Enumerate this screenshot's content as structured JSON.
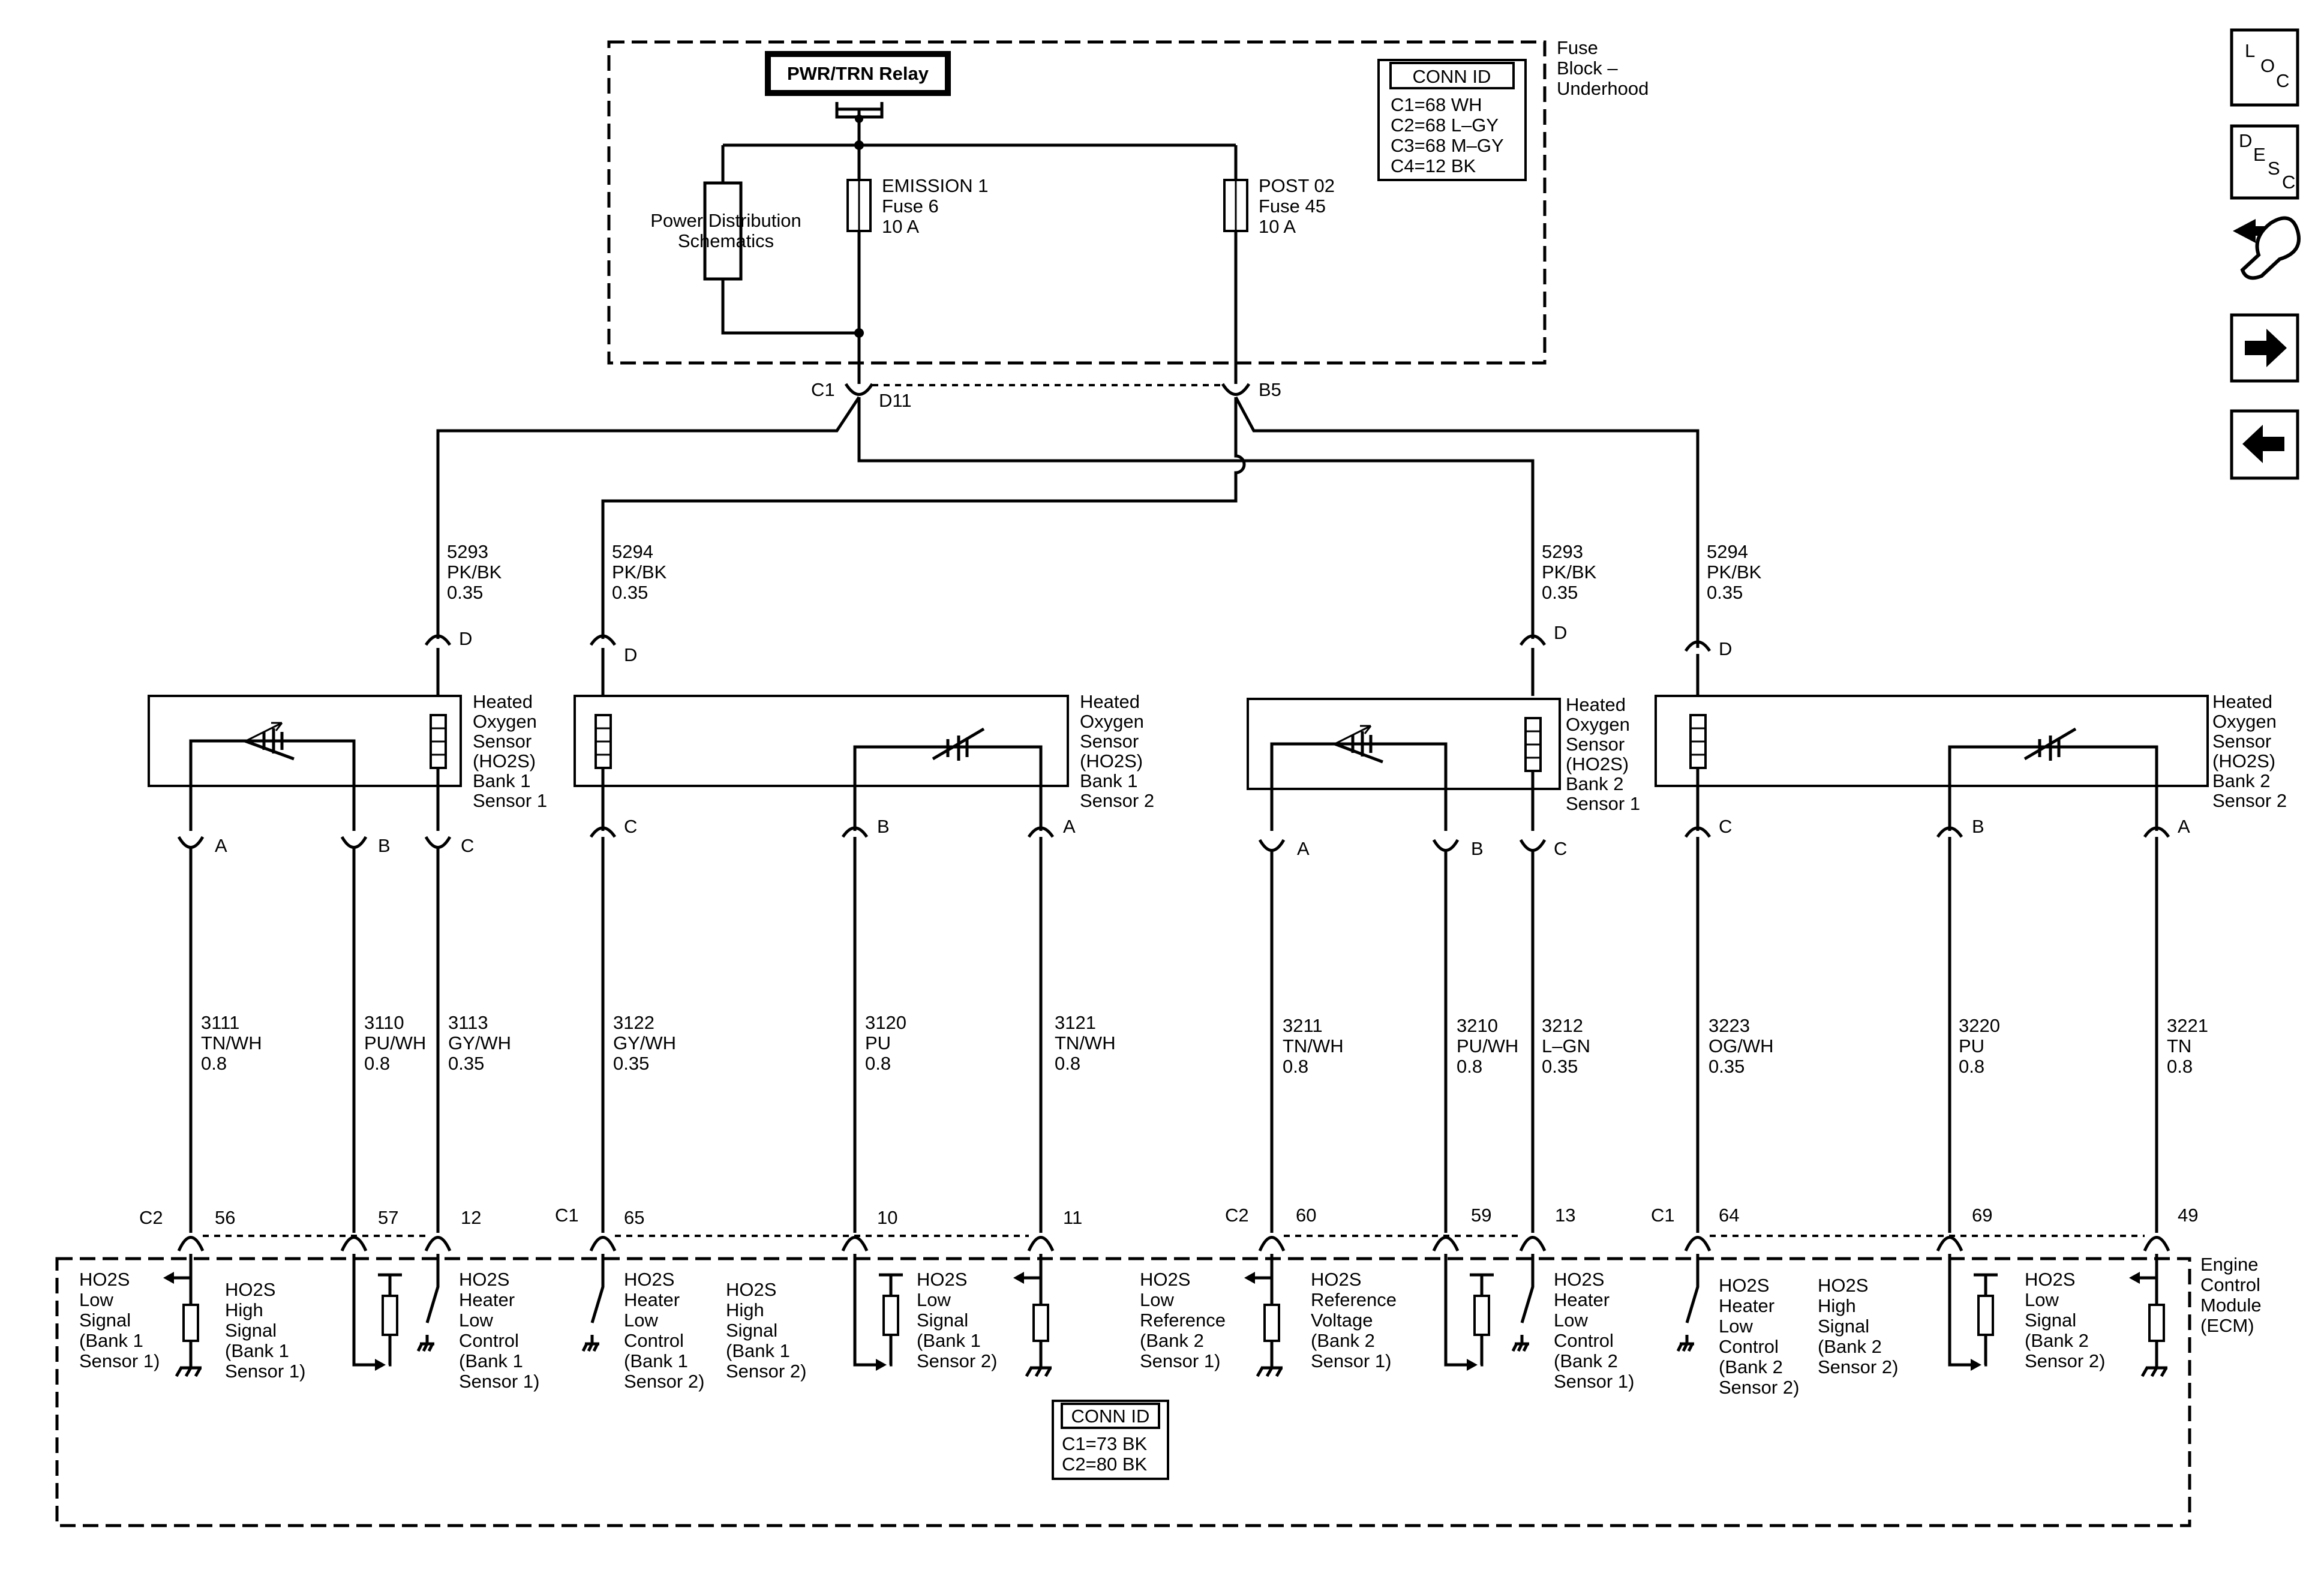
{
  "colors": {
    "ink": "#000000",
    "paper": "#ffffff"
  },
  "fuse_block": {
    "label_lines": [
      "Fuse",
      "Block –",
      "Underhood"
    ],
    "relay_label": "PWR/TRN Relay",
    "power_dist_lines": [
      "Power Distribution",
      "Schematics"
    ],
    "fuses": [
      {
        "lines": [
          "EMISSION 1",
          "Fuse 6",
          "10 A"
        ]
      },
      {
        "lines": [
          "POST 02",
          "Fuse 45",
          "10 A"
        ]
      }
    ],
    "conn_id": {
      "title": "CONN ID",
      "lines": [
        "C1=68 WH",
        "C2=68 L–GY",
        "C3=68 M–GY",
        "C4=12 BK"
      ]
    },
    "connector_labels": [
      "C1",
      "D11",
      "B5"
    ]
  },
  "nav_icons": [
    {
      "name": "loc-icon",
      "glyphs": [
        "L",
        "O",
        "C"
      ]
    },
    {
      "name": "desc-icon",
      "glyphs": [
        "D",
        "E",
        "S",
        "C"
      ]
    },
    {
      "name": "repair-icon"
    },
    {
      "name": "next-arrow-icon"
    },
    {
      "name": "prev-arrow-icon"
    }
  ],
  "feed_wires": [
    {
      "lines": [
        "5293",
        "PK/BK",
        "0.35"
      ],
      "pin": "D"
    },
    {
      "lines": [
        "5294",
        "PK/BK",
        "0.35"
      ],
      "pin": "D"
    },
    {
      "lines": [
        "5293",
        "PK/BK",
        "0.35"
      ],
      "pin": "D"
    },
    {
      "lines": [
        "5294",
        "PK/BK",
        "0.35"
      ],
      "pin": "D"
    }
  ],
  "sensors": [
    {
      "label_lines": [
        "Heated",
        "Oxygen",
        "Sensor",
        "(HO2S)",
        "Bank 1",
        "Sensor 1"
      ]
    },
    {
      "label_lines": [
        "Heated",
        "Oxygen",
        "Sensor",
        "(HO2S)",
        "Bank 1",
        "Sensor 2"
      ]
    },
    {
      "label_lines": [
        "Heated",
        "Oxygen",
        "Sensor",
        "(HO2S)",
        "Bank 2",
        "Sensor 1"
      ]
    },
    {
      "label_lines": [
        "Heated",
        "Oxygen",
        "Sensor",
        "(HO2S)",
        "Bank 2",
        "Sensor 2"
      ]
    }
  ],
  "signal_wires": [
    {
      "pin": "A",
      "lines": [
        "3111",
        "TN/WH",
        "0.8"
      ],
      "ecm_pin": "56",
      "conn": "C2",
      "func_lines": [
        "HO2S",
        "Low",
        "Signal",
        "(Bank 1",
        "Sensor 1)"
      ]
    },
    {
      "pin": "B",
      "lines": [
        "3110",
        "PU/WH",
        "0.8"
      ],
      "ecm_pin": "57",
      "conn": "",
      "func_lines": [
        "HO2S",
        "High",
        "Signal",
        "(Bank 1",
        "Sensor 1)"
      ]
    },
    {
      "pin": "C",
      "lines": [
        "3113",
        "GY/WH",
        "0.35"
      ],
      "ecm_pin": "12",
      "conn": "",
      "func_lines": [
        "HO2S",
        "Heater",
        "Low",
        "Control",
        "(Bank 1",
        "Sensor 1)"
      ]
    },
    {
      "pin": "C",
      "lines": [
        "3122",
        "GY/WH",
        "0.35"
      ],
      "ecm_pin": "65",
      "conn": "C1",
      "func_lines": [
        "HO2S",
        "Heater",
        "Low",
        "Control",
        "(Bank 1",
        "Sensor 2)"
      ]
    },
    {
      "pin": "B",
      "lines": [
        "3120",
        "PU",
        "0.8"
      ],
      "ecm_pin": "10",
      "conn": "",
      "func_lines": [
        "HO2S",
        "High",
        "Signal",
        "(Bank 1",
        "Sensor 2)"
      ]
    },
    {
      "pin": "A",
      "lines": [
        "3121",
        "TN/WH",
        "0.8"
      ],
      "ecm_pin": "11",
      "conn": "",
      "func_lines": [
        "HO2S",
        "Low",
        "Signal",
        "(Bank 1",
        "Sensor 2)"
      ]
    },
    {
      "pin": "A",
      "lines": [
        "3211",
        "TN/WH",
        "0.8"
      ],
      "ecm_pin": "60",
      "conn": "C2",
      "func_lines": [
        "HO2S",
        "Low",
        "Reference",
        "(Bank 2",
        "Sensor 1)"
      ]
    },
    {
      "pin": "B",
      "lines": [
        "3210",
        "PU/WH",
        "0.8"
      ],
      "ecm_pin": "59",
      "conn": "",
      "func_lines": [
        "HO2S",
        "Reference",
        "Voltage",
        "(Bank 2",
        "Sensor 1)"
      ]
    },
    {
      "pin": "C",
      "lines": [
        "3212",
        "L–GN",
        "0.35"
      ],
      "ecm_pin": "13",
      "conn": "",
      "func_lines": [
        "HO2S",
        "Heater",
        "Low",
        "Control",
        "(Bank 2",
        "Sensor 1)"
      ]
    },
    {
      "pin": "C",
      "lines": [
        "3223",
        "OG/WH",
        "0.35"
      ],
      "ecm_pin": "64",
      "conn": "C1",
      "func_lines": [
        "HO2S",
        "Heater",
        "Low",
        "Control",
        "(Bank 2",
        "Sensor 2)"
      ]
    },
    {
      "pin": "B",
      "lines": [
        "3220",
        "PU",
        "0.8"
      ],
      "ecm_pin": "69",
      "conn": "",
      "func_lines": [
        "HO2S",
        "High",
        "Signal",
        "(Bank 2",
        "Sensor 2)"
      ]
    },
    {
      "pin": "A",
      "lines": [
        "3221",
        "TN",
        "0.8"
      ],
      "ecm_pin": "49",
      "conn": "",
      "func_lines": [
        "HO2S",
        "Low",
        "Signal",
        "(Bank 2",
        "Sensor 2)"
      ]
    }
  ],
  "ecm": {
    "label_lines": [
      "Engine",
      "Control",
      "Module",
      "(ECM)"
    ],
    "conn_id": {
      "title": "CONN ID",
      "lines": [
        "C1=73 BK",
        "C2=80 BK"
      ]
    }
  }
}
